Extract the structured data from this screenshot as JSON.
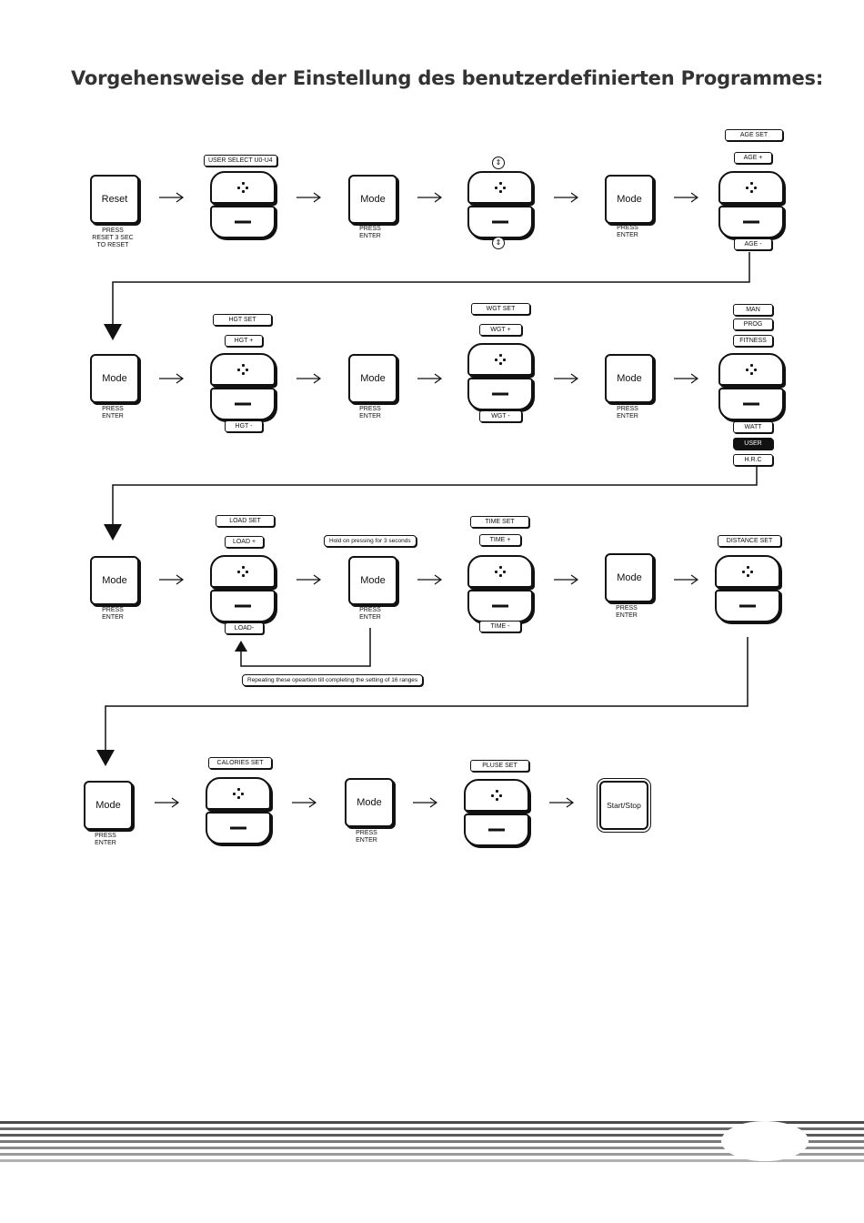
{
  "title": "Vorgehensweise der Einstellung des benutzerdefinierten Programmes:",
  "keys": {
    "reset": "Reset",
    "mode": "Mode",
    "start_stop": "Start/Stop"
  },
  "captions": {
    "reset": "PRESS\nRESET 3 SEC\nTO RESET",
    "press_enter": "PRESS\nENTER"
  },
  "labels": {
    "user_select": "USER SELECT U0-U4",
    "age_set": "AGE SET",
    "age_plus": "AGE +",
    "age_minus": "AGE -",
    "hgt_set": "HGT SET",
    "hgt_plus": "HGT +",
    "hgt_minus": "HGT -",
    "wgt_set": "WGT SET",
    "wgt_plus": "WGT +",
    "wgt_minus": "WGT -",
    "man": "MAN",
    "prog": "PROG",
    "fitness": "FITNESS",
    "watt": "WATT",
    "user": "USER",
    "hrc": "H.R.C",
    "load_set": "LOAD SET",
    "load_plus": "LOAD +",
    "load_minus": "LOAD-",
    "hold_note": "Hold on pressing for 3 seconds",
    "time_set": "TIME SET",
    "time_plus": "TIME +",
    "time_minus": "TIME -",
    "distance_set": "DISTANCE SET",
    "repeat_note": "Repeating these opeartion till completing the setting of 16 ranges",
    "calories_set": "CALORIES SET",
    "pluse_set": "PLUSE SET"
  },
  "icons": {
    "arrow": "right-arrow-icon",
    "plus": "plus-dots-icon",
    "minus": "minus-bar-icon",
    "updown": "up-down-icon"
  },
  "colors": {
    "ink": "#111111",
    "title": "#333333",
    "stripe_dark": "#555555",
    "stripe_light": "#9a9a9a"
  }
}
